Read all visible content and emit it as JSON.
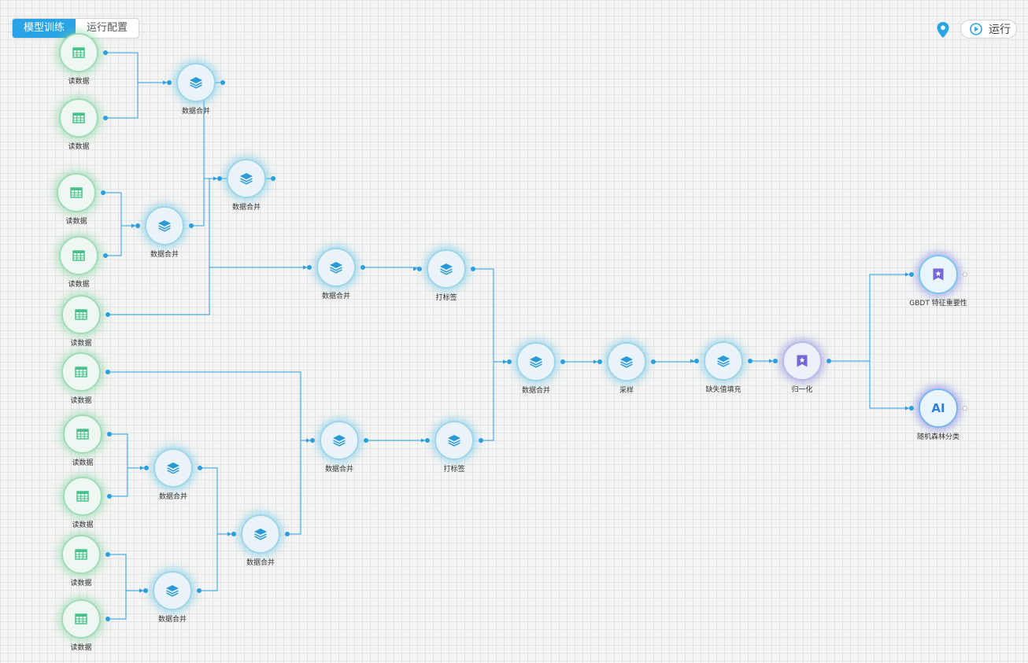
{
  "tabs": [
    {
      "label": "模型训练",
      "active": true
    },
    {
      "label": "运行配置",
      "active": false
    }
  ],
  "toolbar": {
    "run_label": "运行",
    "locate_icon": "map-pin-icon",
    "run_icon": "play-circle-icon"
  },
  "colors": {
    "accent": "#29a3e8",
    "edge": "#2b9fde",
    "reader_icon": "#45c08a",
    "merge_icon": "#2a9ad6",
    "normalize_icon": "#7467d6"
  },
  "nodes": [
    {
      "id": "r1",
      "type": "reader",
      "label": "读数据",
      "icon": "table-icon"
    },
    {
      "id": "r2",
      "type": "reader",
      "label": "读数据",
      "icon": "table-icon"
    },
    {
      "id": "r3",
      "type": "reader",
      "label": "读数据",
      "icon": "table-icon"
    },
    {
      "id": "r4",
      "type": "reader",
      "label": "读数据",
      "icon": "table-icon"
    },
    {
      "id": "r5",
      "type": "reader",
      "label": "读数据",
      "icon": "table-icon"
    },
    {
      "id": "r6",
      "type": "reader",
      "label": "读数据",
      "icon": "table-icon"
    },
    {
      "id": "r7",
      "type": "reader",
      "label": "读数据",
      "icon": "table-icon"
    },
    {
      "id": "r8",
      "type": "reader",
      "label": "读数据",
      "icon": "table-icon"
    },
    {
      "id": "r9",
      "type": "reader",
      "label": "读数据",
      "icon": "table-icon"
    },
    {
      "id": "r10",
      "type": "reader",
      "label": "读数据",
      "icon": "table-icon"
    },
    {
      "id": "m1",
      "type": "merge",
      "label": "数据合并",
      "icon": "layers-icon"
    },
    {
      "id": "m2",
      "type": "merge",
      "label": "数据合并",
      "icon": "layers-icon"
    },
    {
      "id": "m3",
      "type": "merge",
      "label": "数据合并",
      "icon": "layers-icon"
    },
    {
      "id": "m4",
      "type": "merge",
      "label": "数据合并",
      "icon": "layers-icon"
    },
    {
      "id": "t1",
      "type": "merge",
      "label": "打标签",
      "icon": "layers-icon"
    },
    {
      "id": "m5",
      "type": "merge",
      "label": "数据合并",
      "icon": "layers-icon"
    },
    {
      "id": "m6",
      "type": "merge",
      "label": "数据合并",
      "icon": "layers-icon"
    },
    {
      "id": "m7",
      "type": "merge",
      "label": "数据合并",
      "icon": "layers-icon"
    },
    {
      "id": "m8",
      "type": "merge",
      "label": "数据合并",
      "icon": "layers-icon"
    },
    {
      "id": "t2",
      "type": "merge",
      "label": "打标签",
      "icon": "layers-icon"
    },
    {
      "id": "m9",
      "type": "merge",
      "label": "数据合并",
      "icon": "layers-icon"
    },
    {
      "id": "s1",
      "type": "merge",
      "label": "采样",
      "icon": "layers-icon"
    },
    {
      "id": "f1",
      "type": "merge",
      "label": "缺失值填充",
      "icon": "layers-icon"
    },
    {
      "id": "n1",
      "type": "norm",
      "label": "归一化",
      "icon": "bookmark-star-icon"
    },
    {
      "id": "g1",
      "type": "gbdt",
      "label": "GBDT 特征重要性",
      "icon": "bookmark-star-icon"
    },
    {
      "id": "a1",
      "type": "ai",
      "label": "随机森林分类",
      "icon": "ai-icon",
      "icon_text": "AI"
    }
  ],
  "edges": [
    [
      "r1",
      "m1"
    ],
    [
      "r2",
      "m1"
    ],
    [
      "r3",
      "m2"
    ],
    [
      "r4",
      "m2"
    ],
    [
      "m1",
      "m3"
    ],
    [
      "m2",
      "m3"
    ],
    [
      "m3",
      "m4"
    ],
    [
      "r5",
      "m4"
    ],
    [
      "m4",
      "t1"
    ],
    [
      "r7",
      "m5"
    ],
    [
      "r8",
      "m5"
    ],
    [
      "r9",
      "m6"
    ],
    [
      "r10",
      "m6"
    ],
    [
      "m5",
      "m7"
    ],
    [
      "m6",
      "m7"
    ],
    [
      "r6",
      "m8"
    ],
    [
      "m7",
      "m8"
    ],
    [
      "m8",
      "t2"
    ],
    [
      "t1",
      "m9"
    ],
    [
      "t2",
      "m9"
    ],
    [
      "m9",
      "s1"
    ],
    [
      "s1",
      "f1"
    ],
    [
      "f1",
      "n1"
    ],
    [
      "n1",
      "g1"
    ],
    [
      "n1",
      "a1"
    ]
  ]
}
